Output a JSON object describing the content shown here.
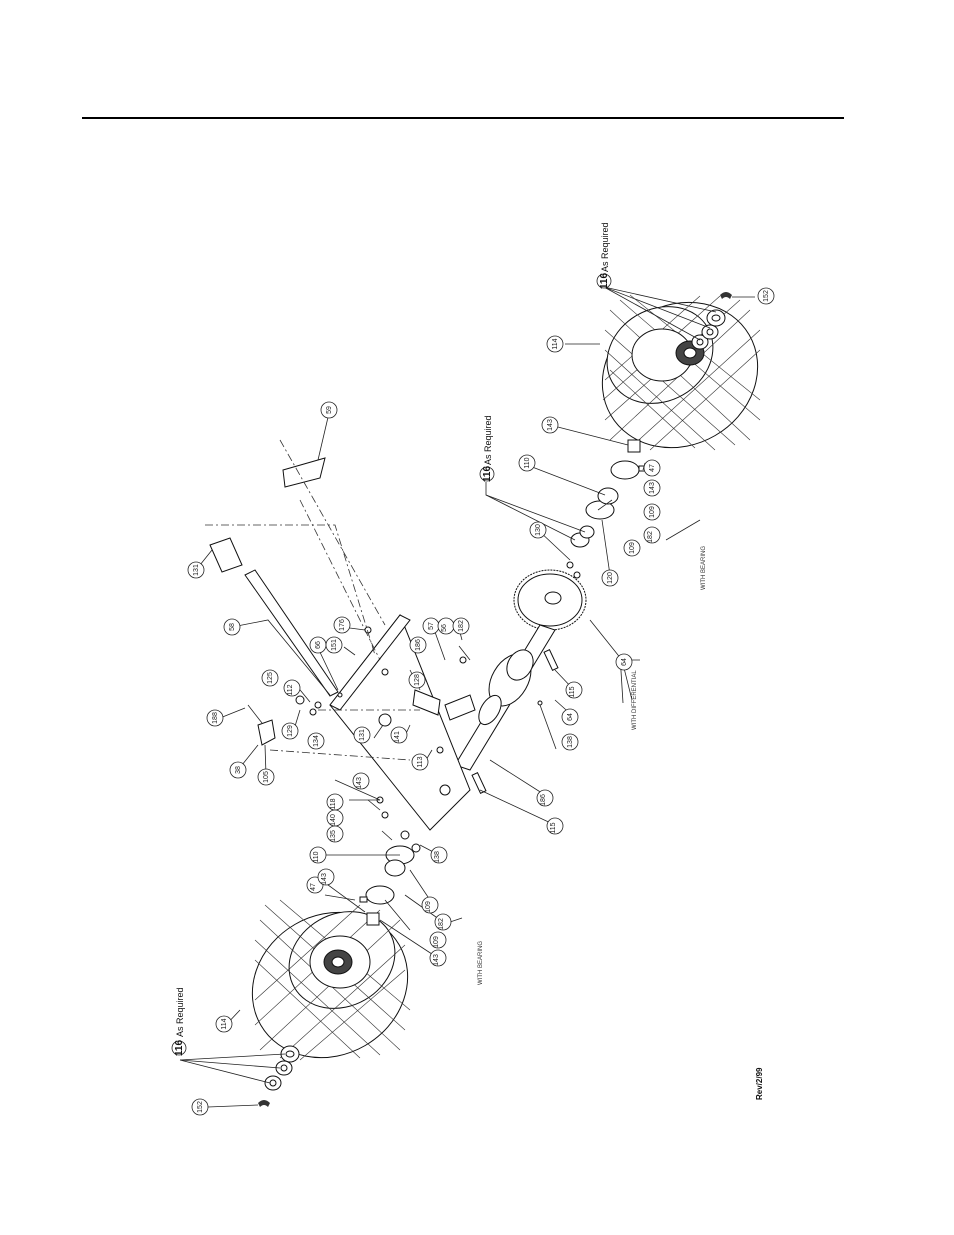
{
  "rev": "Rev/2/99",
  "as_required": "As Required",
  "notes": {
    "with_bearing": "WITH BEARING",
    "with_differential": "WITH DIFFERENTIAL"
  },
  "callouts": {
    "c116_right": "116",
    "c116_mid": "116",
    "c116_left": "116",
    "c152_right": "152",
    "c152_left": "152",
    "c114_right": "114",
    "c114_left": "114",
    "c59": "59",
    "c131": "131",
    "c58": "58",
    "c143_a": "143",
    "c110_a": "110",
    "c130": "130",
    "c47_a": "47",
    "c143_b": "143",
    "c109_a": "109",
    "c109_b": "109",
    "c182_a": "182",
    "c120": "120",
    "c64_a": "64",
    "c176": "176",
    "c66": "66",
    "c151": "151",
    "c57": "57",
    "c56": "56",
    "c182_b": "182",
    "c186_a": "186",
    "c128": "128",
    "c125": "125",
    "c112": "112",
    "c188": "188",
    "c129": "129",
    "c134": "134",
    "c131_b": "131",
    "c141": "141",
    "c113": "113",
    "c138_a": "138",
    "c64_b": "64",
    "c115_a": "115",
    "c38": "38",
    "c105": "105",
    "c143_c": "143",
    "c118": "118",
    "c140": "140",
    "c135": "135",
    "c138_b": "138",
    "c186_b": "186",
    "c115_b": "115",
    "c110_b": "110",
    "c47_b": "47",
    "c143_d": "143",
    "c182_c": "182",
    "c109_c": "109",
    "c109_d": "109",
    "c143_e": "143"
  }
}
